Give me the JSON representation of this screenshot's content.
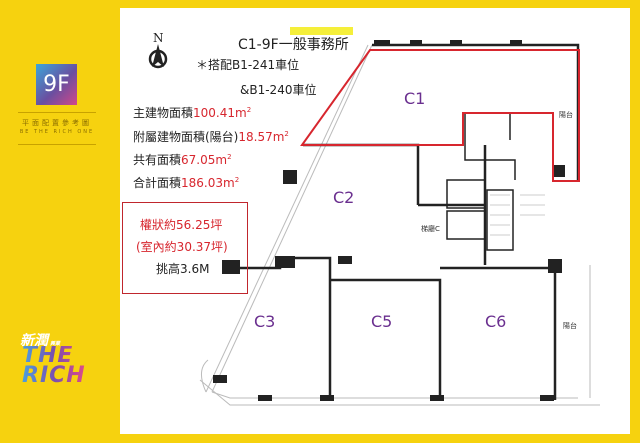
{
  "sidebar": {
    "floor_badge": "9F",
    "subtitle_cn": "平面配置參考圖",
    "subtitle_en": "BE THE RICH ONE",
    "logo_cn": "新潤",
    "logo_cn_small": "興業",
    "logo_line1": "THE",
    "logo_line2": "RICH"
  },
  "info": {
    "title": "C1-9F一般事務所",
    "parking1": "＊搭配B1-241車位",
    "parking2": "&B1-240車位",
    "main_area_label": "主建物面積",
    "main_area_value": "100.41m",
    "accessory_area_label": "附屬建物面積(陽台)",
    "accessory_area_value": "18.57m",
    "shared_area_label": "共有面積",
    "shared_area_value": "67.05m",
    "total_area_label": "合計面積",
    "total_area_value": "186.03m",
    "superscript": "2"
  },
  "summary": {
    "ping_total": "權狀約56.25坪",
    "ping_indoor": "(室內約30.37坪)",
    "ceiling": "挑高3.6M"
  },
  "plan": {
    "compass": "N",
    "units": [
      "C1",
      "C2",
      "C3",
      "C5",
      "C6"
    ],
    "balcony": "陽台",
    "lobby": "梯廳C",
    "highlight_color": "#d7262e",
    "unit_label_color": "#6a2f8f"
  }
}
